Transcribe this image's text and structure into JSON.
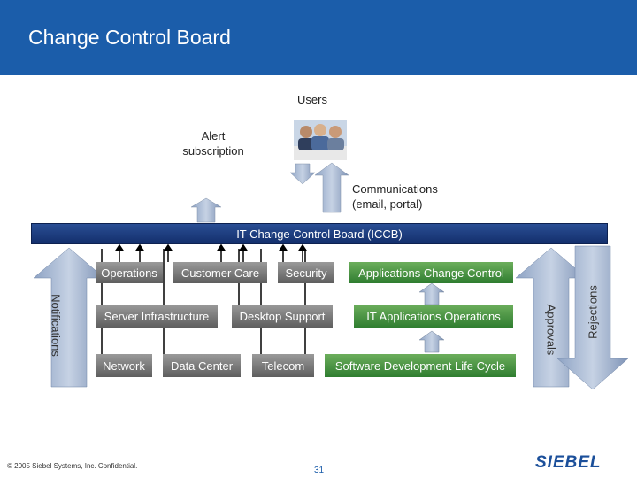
{
  "title": "Change Control Board",
  "users_label": "Users",
  "alert_label": "Alert subscription",
  "communications_label": "Communications (email, portal)",
  "iccb_label": "IT Change Control Board (ICCB)",
  "boxes": {
    "operations": "Operations",
    "customer_care": "Customer Care",
    "security": "Security",
    "applications_change_control": "Applications Change Control",
    "server_infrastructure": "Server Infrastructure",
    "desktop_support": "Desktop Support",
    "it_applications_operations": "IT Applications Operations",
    "network": "Network",
    "data_center": "Data Center",
    "telecom": "Telecom",
    "sdlc": "Software Development Life Cycle"
  },
  "side_labels": {
    "notifications": "Notifications",
    "approvals": "Approvals",
    "rejections": "Rejections"
  },
  "footer": {
    "copyright": "© 2005 Siebel Systems, Inc. Confidential.",
    "page_number": "31",
    "logo": "SIEBEL"
  },
  "colors": {
    "header": "#1b5daa",
    "iccb_bar": "#1c3a7a",
    "gray_box": "#7a7a7a",
    "green_box": "#3f8a3a",
    "blue_box": "#2a4b8f"
  }
}
